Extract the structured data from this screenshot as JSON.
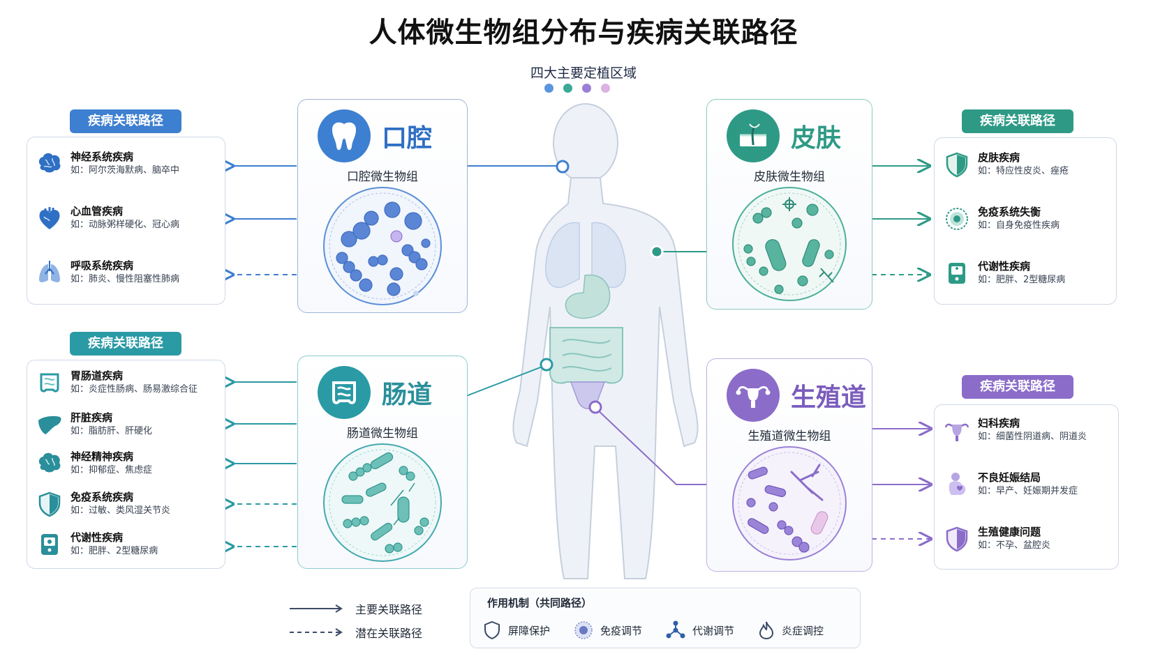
{
  "title": "人体微生物组分布与疾病关联路径",
  "subtitle": "四大主要定植区域",
  "colors": {
    "oral": "#3d7fd0",
    "skin": "#2e9a86",
    "gut": "#2a9aa5",
    "repro": "#8b6cc9"
  },
  "badge_label": "疾病关联路径",
  "sites": {
    "oral": {
      "name": "口腔",
      "sub": "口腔微生物组"
    },
    "skin": {
      "name": "皮肤",
      "sub": "皮肤微生物组"
    },
    "gut": {
      "name": "肠道",
      "sub": "肠道微生物组"
    },
    "repro": {
      "name": "生殖道",
      "sub": "生殖道微生物组"
    }
  },
  "oral_diseases": [
    {
      "name": "神经系统疾病",
      "ex": "如：阿尔茨海默病、脑卒中",
      "icon": "brain-icon",
      "dashed": false
    },
    {
      "name": "心血管疾病",
      "ex": "如：动脉粥样硬化、冠心病",
      "icon": "heart-icon",
      "dashed": false
    },
    {
      "name": "呼吸系统疾病",
      "ex": "如：肺炎、慢性阻塞性肺病",
      "icon": "lungs-icon",
      "dashed": true
    }
  ],
  "gut_diseases": [
    {
      "name": "胃肠道疾病",
      "ex": "如：炎症性肠病、肠易激综合征",
      "icon": "intestine-icon",
      "dashed": false
    },
    {
      "name": "肝脏疾病",
      "ex": "如：脂肪肝、肝硬化",
      "icon": "liver-icon",
      "dashed": false
    },
    {
      "name": "神经精神疾病",
      "ex": "如：抑郁症、焦虑症",
      "icon": "brain-icon",
      "dashed": false
    },
    {
      "name": "免疫系统疾病",
      "ex": "如：过敏、类风湿关节炎",
      "icon": "shield-icon",
      "dashed": true
    },
    {
      "name": "代谢性疾病",
      "ex": "如：肥胖、2型糖尿病",
      "icon": "glucose-meter-icon",
      "dashed": true
    }
  ],
  "skin_diseases": [
    {
      "name": "皮肤疾病",
      "ex": "如：特应性皮炎、痤疮",
      "icon": "shield-icon",
      "dashed": false
    },
    {
      "name": "免疫系统失衡",
      "ex": "如：自身免疫性疾病",
      "icon": "immune-cell-icon",
      "dashed": false
    },
    {
      "name": "代谢性疾病",
      "ex": "如：肥胖、2型糖尿病",
      "icon": "glucose-meter-icon",
      "dashed": true
    }
  ],
  "repro_diseases": [
    {
      "name": "妇科疾病",
      "ex": "如：细菌性阴道病、阴道炎",
      "icon": "uterus-icon",
      "dashed": false
    },
    {
      "name": "不良妊娠结局",
      "ex": "如：早产、妊娠期并发症",
      "icon": "pregnancy-icon",
      "dashed": false
    },
    {
      "name": "生殖健康问题",
      "ex": "如：不孕、盆腔炎",
      "icon": "shield-icon",
      "dashed": true
    }
  ],
  "legend": {
    "main": "主要关联路径",
    "potential": "潜在关联路径"
  },
  "mechanism": {
    "title": "作用机制（共同路径）",
    "items": [
      {
        "label": "屏障保护",
        "icon": "shield-icon"
      },
      {
        "label": "免疫调节",
        "icon": "immune-cell-icon"
      },
      {
        "label": "代谢调节",
        "icon": "network-icon"
      },
      {
        "label": "炎症调控",
        "icon": "flame-icon"
      }
    ]
  }
}
